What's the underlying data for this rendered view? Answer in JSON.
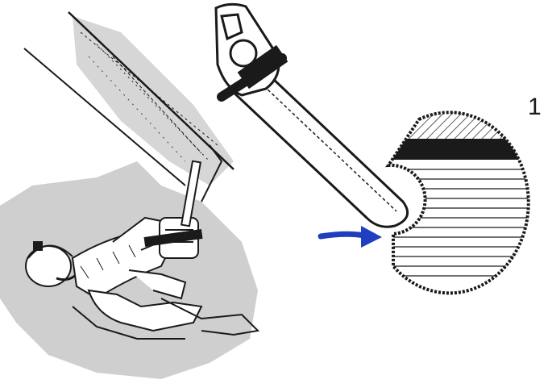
{
  "figure": {
    "step_number": "1",
    "colors": {
      "ink": "#1a1a1a",
      "shadow": "#c9c9c9",
      "arrow": "#1f3fbf",
      "paper": "#ffffff"
    },
    "icons": [
      "operator-figure",
      "chainsaw",
      "log-cross-section",
      "cut-direction-arrow"
    ]
  }
}
